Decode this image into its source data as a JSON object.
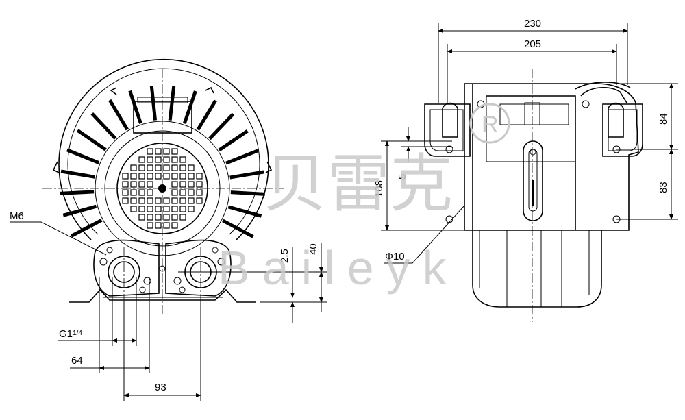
{
  "watermark": {
    "chinese": "贝雷克",
    "latin": "Baileyk",
    "registered_mark": "R"
  },
  "front_view": {
    "labels": {
      "thread": "M6",
      "port_thread_main": "G1",
      "port_thread_fraction": "1/4"
    },
    "dimensions": {
      "height_40": "40",
      "offset_2_5": "2.5",
      "width_64": "64",
      "width_93": "93"
    }
  },
  "side_view": {
    "labels": {
      "hole_diameter": "Φ10"
    },
    "dimensions": {
      "overall_width": "230",
      "inner_width": "205",
      "height_84": "84",
      "height_83": "83",
      "height_108": "108",
      "offset_5": "5"
    }
  }
}
